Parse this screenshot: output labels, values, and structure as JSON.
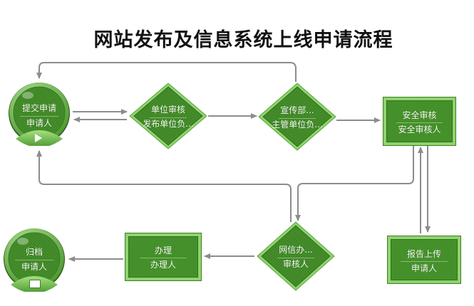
{
  "title": "网站发布及信息系统上线申请流程",
  "colors": {
    "node_fill": "#45902b",
    "node_border": "#8fd46f",
    "connector": "#8c8c8c",
    "text": "#f4fbef"
  },
  "nodes": {
    "submit": {
      "type": "start",
      "icon": "play-icon",
      "title": "提交申请",
      "role": "申请人"
    },
    "unit_review": {
      "type": "decision",
      "title": "单位审核",
      "role": "发布单位负..."
    },
    "publicity": {
      "type": "decision",
      "title": "宣传部...",
      "role": "主管单位负..."
    },
    "security_review": {
      "type": "task",
      "title": "安全审核",
      "role": "安全审核人"
    },
    "report_upload": {
      "type": "task",
      "title": "报告上传",
      "role": "申请人"
    },
    "cac_review": {
      "type": "decision",
      "title": "网信办...",
      "role": "审核人"
    },
    "handle": {
      "type": "task",
      "title": "办理",
      "role": "办理人"
    },
    "archive": {
      "type": "end",
      "icon": "stop-icon",
      "title": "归档",
      "role": "申请人"
    }
  },
  "edges": [
    {
      "from": "submit",
      "to": "unit_review"
    },
    {
      "from": "unit_review",
      "to": "submit"
    },
    {
      "from": "unit_review",
      "to": "publicity"
    },
    {
      "from": "publicity",
      "to": "submit"
    },
    {
      "from": "publicity",
      "to": "security_review"
    },
    {
      "from": "security_review",
      "to": "report_upload"
    },
    {
      "from": "report_upload",
      "to": "security_review"
    },
    {
      "from": "security_review",
      "to": "cac_review"
    },
    {
      "from": "cac_review",
      "to": "submit"
    },
    {
      "from": "cac_review",
      "to": "handle"
    },
    {
      "from": "handle",
      "to": "archive"
    }
  ]
}
